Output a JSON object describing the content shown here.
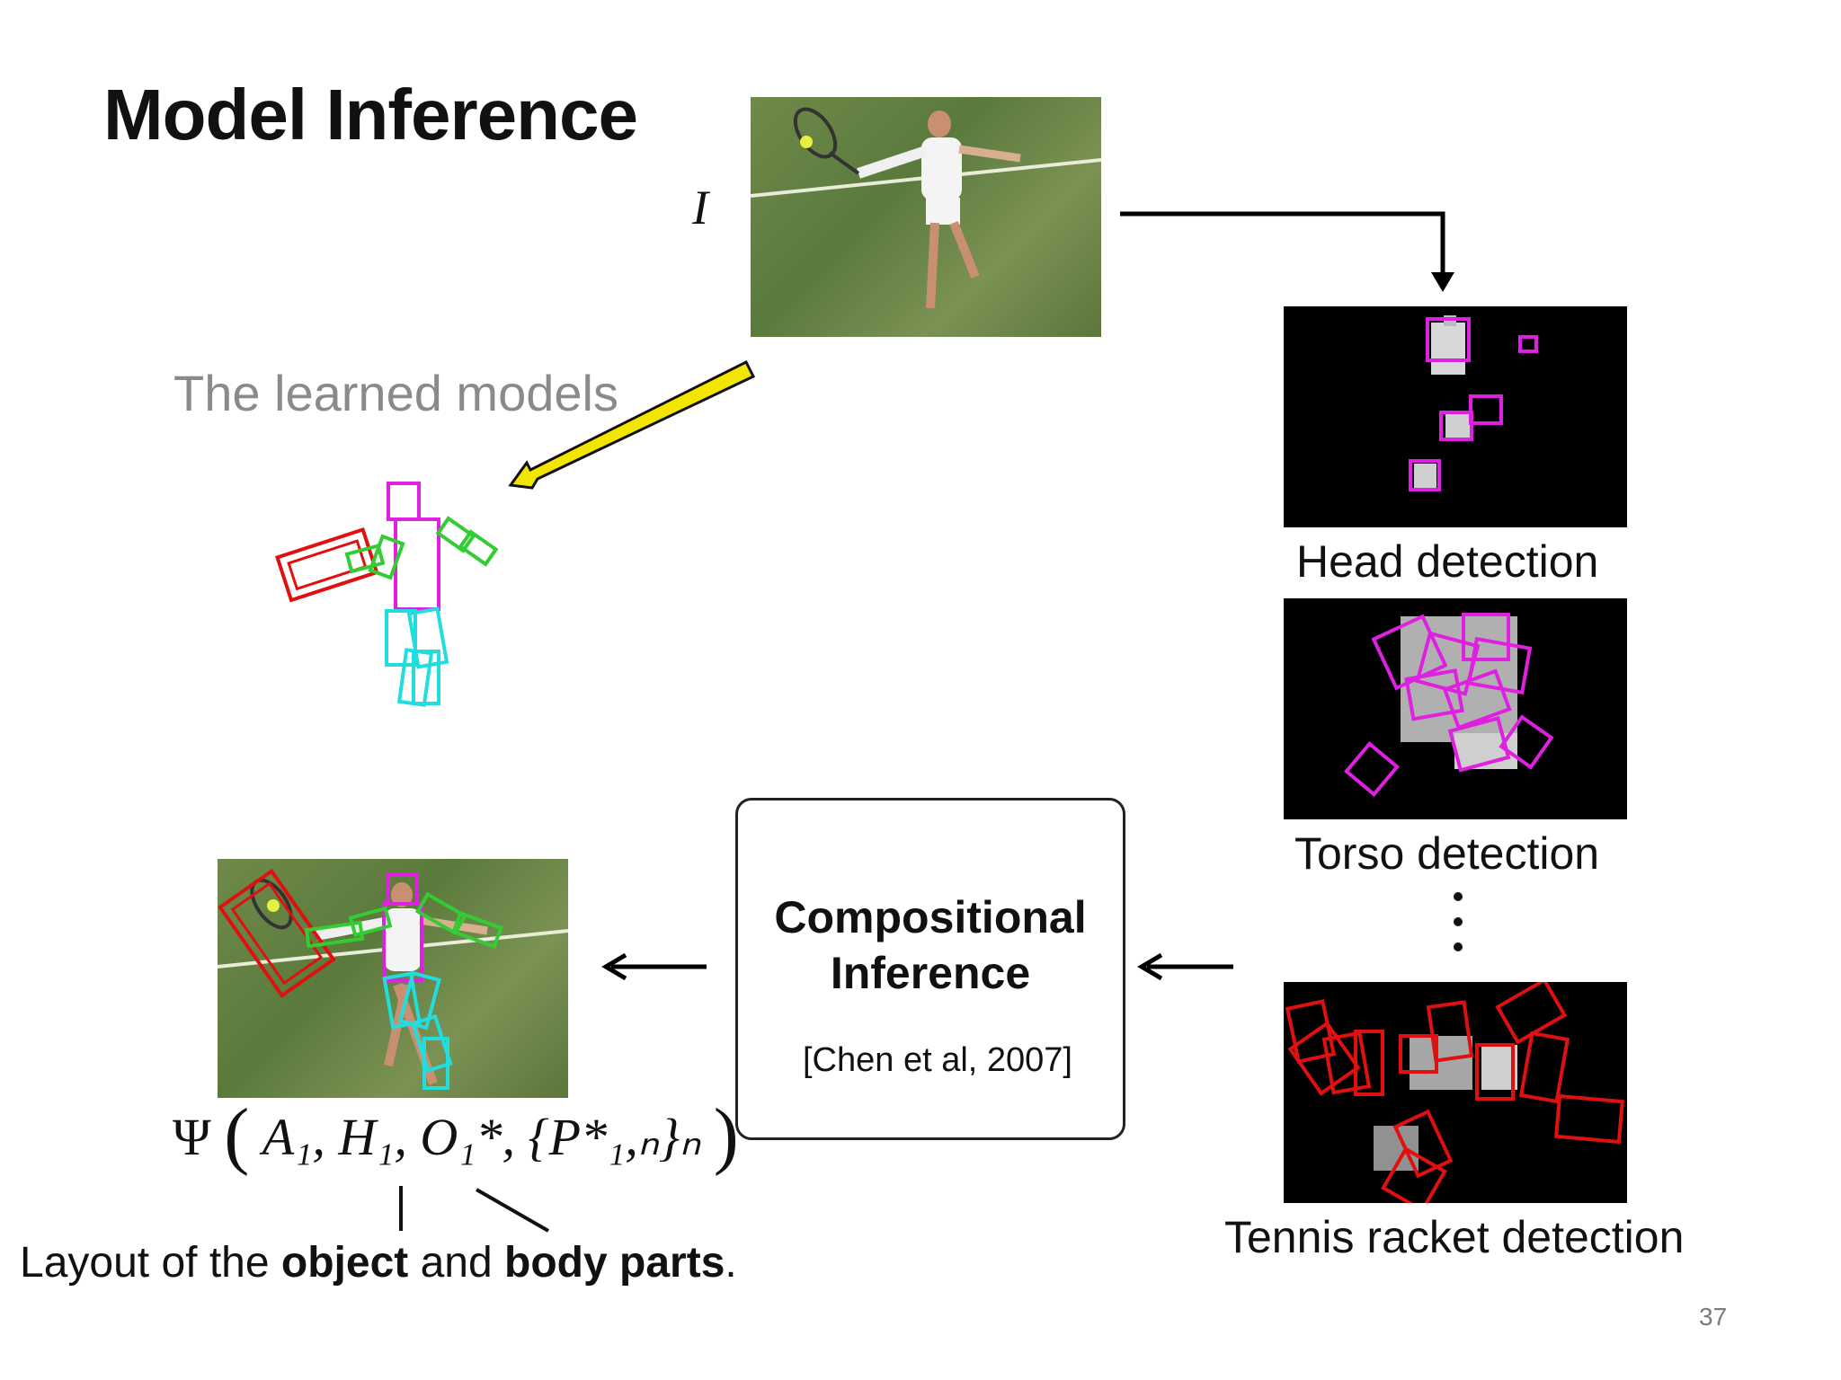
{
  "slide": {
    "title": "Model Inference",
    "learned_models_label": "The learned models",
    "input_symbol": "I",
    "page_number": "37"
  },
  "detections": {
    "head": "Head detection",
    "torso": "Torso detection",
    "racket": "Tennis racket detection"
  },
  "inference_box": {
    "line1": "Compositional",
    "line2": "Inference",
    "citation": "[Chen et al, 2007]"
  },
  "formula": {
    "psi": "Ψ",
    "body": "A₁, H₁, O₁*, {P*₁,ₙ}ₙ"
  },
  "layout_caption": {
    "prefix": "Layout of the ",
    "object_word": "object",
    "middle": " and ",
    "parts_word": "body parts",
    "suffix": "."
  },
  "colors": {
    "head_torso_box": "#e020e0",
    "arm_box": "#33cc33",
    "leg_box": "#22dddd",
    "racket_box": "#e01010",
    "yellow_arrow": "#f2e600"
  }
}
